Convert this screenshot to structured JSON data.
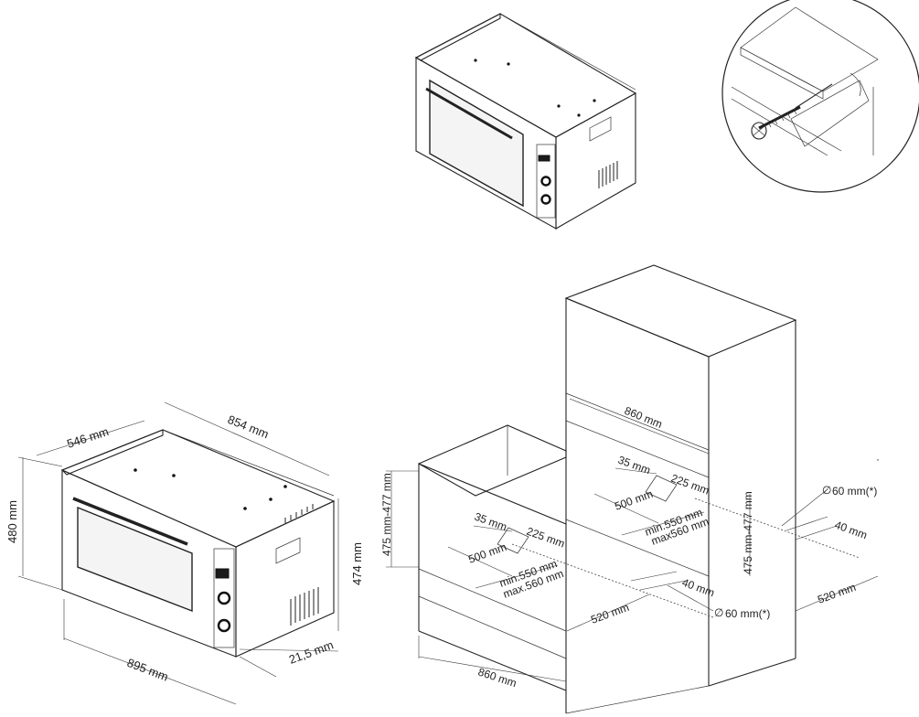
{
  "labels": {
    "oven_depth": "546 mm",
    "oven_width_top": "854 mm",
    "oven_height": "480 mm",
    "oven_body_height": "474 mm",
    "oven_front_width": "895 mm",
    "oven_frame_depth": "21,5 mm",
    "col_width": "860 mm",
    "col_35": "35 mm",
    "col_225": "225 mm",
    "col_500": "500 mm",
    "col_min": "min.550 mm",
    "col_max": "max560 mm",
    "col_height": "475 mm-477 mm",
    "col_hole": "60 mm(*)",
    "col_40": "40 mm",
    "col_520": "520 mm",
    "base_height": "475 mm-477 mm",
    "base_35": "35 mm",
    "base_225": "225 mm",
    "base_500": "500 mm",
    "base_min": "min.550 mm",
    "base_max": "max.560 mm",
    "base_40": "40 mm",
    "base_520": "520 mm",
    "base_hole": "60 mm(*)",
    "base_width": "860 mm"
  },
  "icons": [
    "oven-icon",
    "screw-icon",
    "diameter-symbol-icon"
  ]
}
